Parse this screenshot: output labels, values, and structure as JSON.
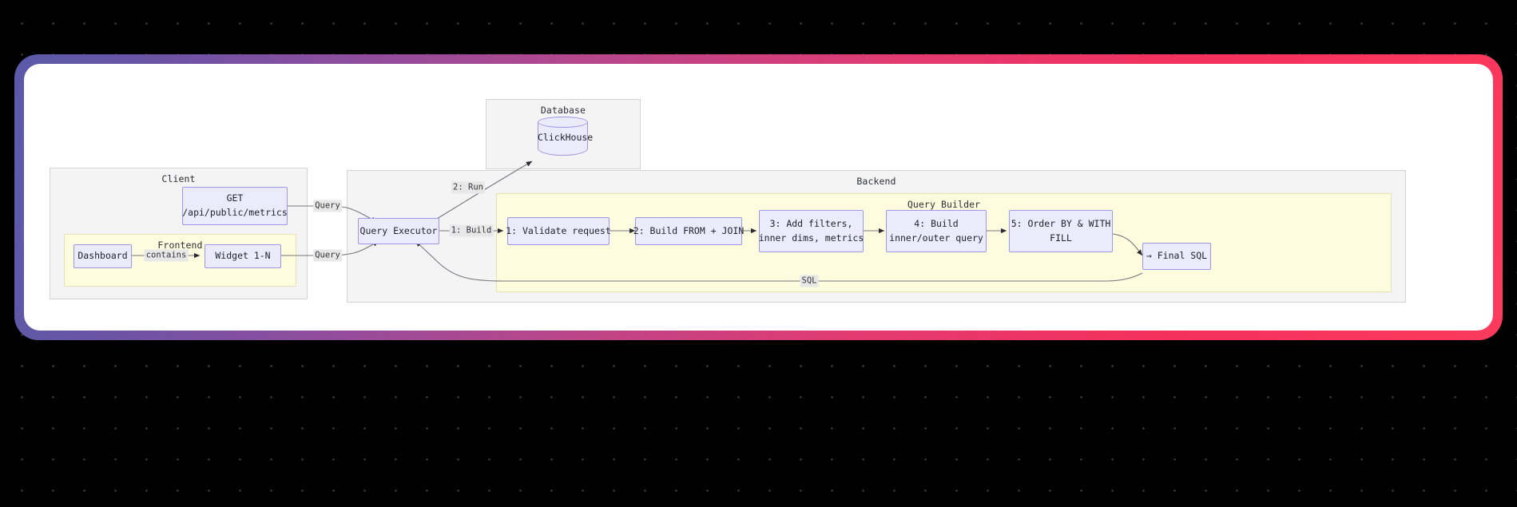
{
  "frame": {
    "gradient_start": "#5a5ba8",
    "gradient_end": "#f5305c",
    "card_background": "#ffffff"
  },
  "canvas": {
    "background": "#000000",
    "dot_color": "#3a3a3a"
  },
  "diagram": {
    "type": "flowchart",
    "node_fill": "#ecebfb",
    "node_stroke": "#9e96e8",
    "groups": [
      {
        "id": "client",
        "label": "Client",
        "style": "gray"
      },
      {
        "id": "frontend",
        "label": "Frontend",
        "style": "yellow"
      },
      {
        "id": "database",
        "label": "Database",
        "style": "gray"
      },
      {
        "id": "backend",
        "label": "Backend",
        "style": "gray"
      },
      {
        "id": "query_builder",
        "label": "Query Builder",
        "style": "yellow"
      }
    ],
    "nodes": {
      "api": {
        "line1": "GET",
        "line2": "/api/public/metrics"
      },
      "dashboard": {
        "label": "Dashboard"
      },
      "widget": {
        "label": "Widget 1-N"
      },
      "clickhouse": {
        "label": "ClickHouse"
      },
      "executor": {
        "label": "Query Executor"
      },
      "step1": {
        "label": "1: Validate request"
      },
      "step2": {
        "label": "2: Build FROM + JOIN"
      },
      "step3": {
        "line1": "3: Add filters,",
        "line2": "inner dims, metrics"
      },
      "step4": {
        "line1": "4: Build",
        "line2": "inner/outer query"
      },
      "step5": {
        "line1": "5: Order BY & WITH",
        "line2": "FILL"
      },
      "final": {
        "label": "→ Final SQL"
      }
    },
    "edge_labels": {
      "contains": "contains",
      "query_api": "Query",
      "query_widget": "Query",
      "run": "2: Run",
      "build": "1: Build",
      "sql": "SQL"
    }
  }
}
